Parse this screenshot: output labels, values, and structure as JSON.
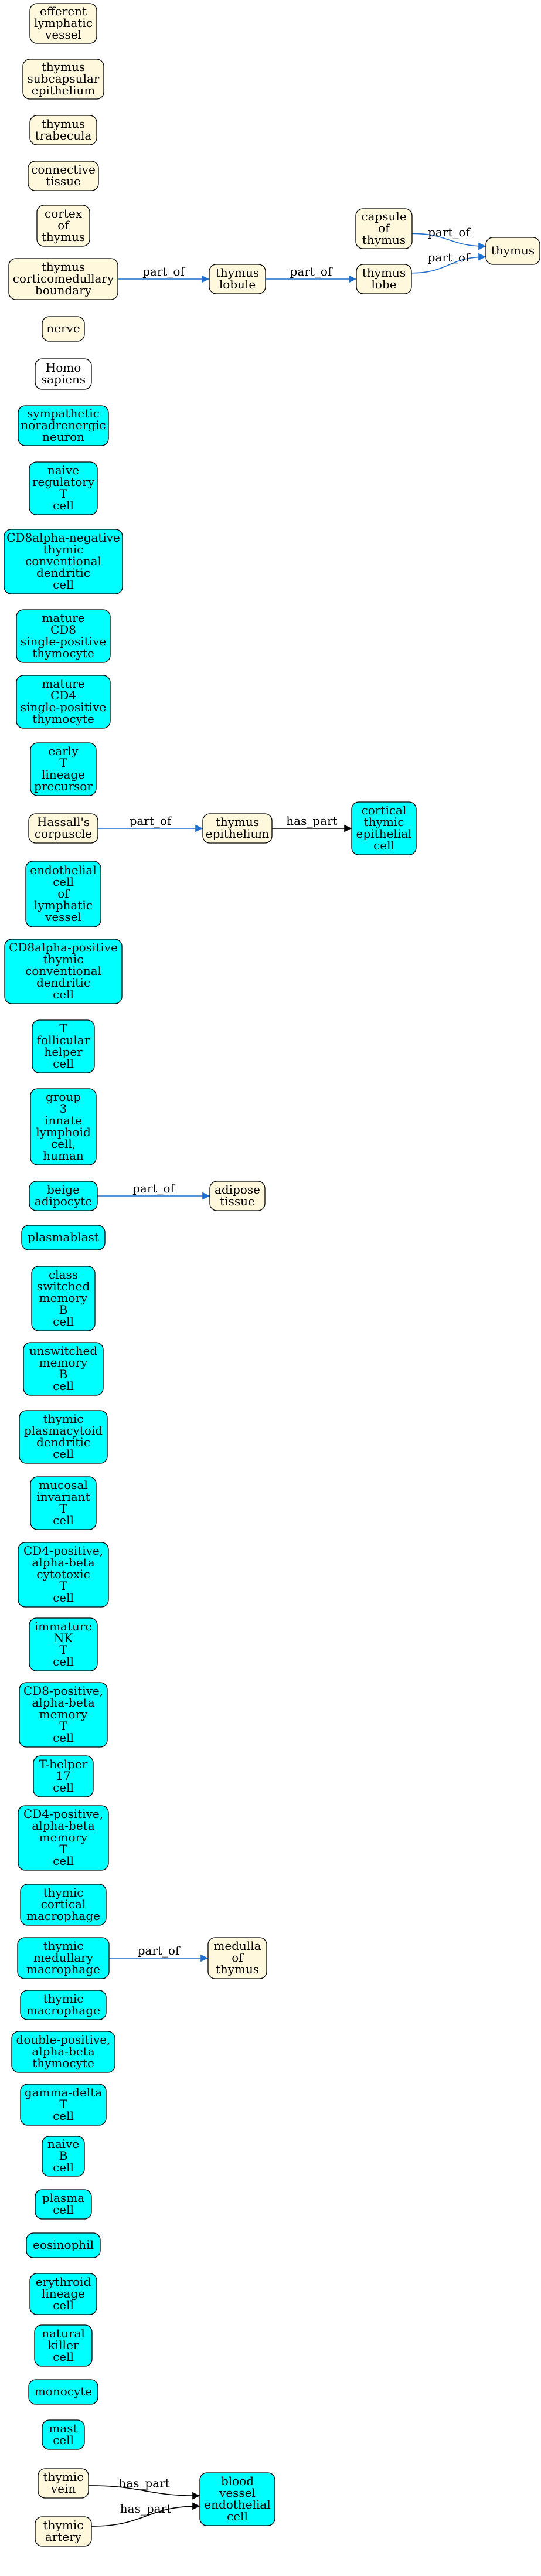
{
  "colors": {
    "anatomy_fill": "#fff8dc",
    "cell_fill": "#00ffff",
    "taxon_fill": "#ffffff",
    "part_of_edge": "#1e6fd0",
    "has_part_edge": "#000000"
  },
  "nodes": [
    {
      "id": "efferent_lymphatic_vessel",
      "lines": [
        "efferent",
        "lymphatic",
        "vessel"
      ],
      "kind": "anatomy"
    },
    {
      "id": "thymus_subcapsular_epithelium",
      "lines": [
        "thymus",
        "subcapsular",
        "epithelium"
      ],
      "kind": "anatomy"
    },
    {
      "id": "thymus_trabecula",
      "lines": [
        "thymus",
        "trabecula"
      ],
      "kind": "anatomy"
    },
    {
      "id": "connective_tissue",
      "lines": [
        "connective",
        "tissue"
      ],
      "kind": "anatomy"
    },
    {
      "id": "cortex_of_thymus",
      "lines": [
        "cortex",
        "of",
        "thymus"
      ],
      "kind": "anatomy"
    },
    {
      "id": "thymus_corticomedullary_boundary",
      "lines": [
        "thymus",
        "corticomedullary",
        "boundary"
      ],
      "kind": "anatomy"
    },
    {
      "id": "thymus_lobule",
      "lines": [
        "thymus",
        "lobule"
      ],
      "kind": "anatomy"
    },
    {
      "id": "thymus_lobe",
      "lines": [
        "thymus",
        "lobe"
      ],
      "kind": "anatomy"
    },
    {
      "id": "capsule_of_thymus",
      "lines": [
        "capsule",
        "of",
        "thymus"
      ],
      "kind": "anatomy"
    },
    {
      "id": "thymus",
      "lines": [
        "thymus"
      ],
      "kind": "anatomy"
    },
    {
      "id": "nerve",
      "lines": [
        "nerve"
      ],
      "kind": "anatomy"
    },
    {
      "id": "homo_sapiens",
      "lines": [
        "Homo",
        "sapiens"
      ],
      "kind": "taxon"
    },
    {
      "id": "sympathetic_noradrenergic_neuron",
      "lines": [
        "sympathetic",
        "noradrenergic",
        "neuron"
      ],
      "kind": "cell"
    },
    {
      "id": "naive_regulatory_t_cell",
      "lines": [
        "naive",
        "regulatory",
        "T",
        "cell"
      ],
      "kind": "cell"
    },
    {
      "id": "cd8alpha_negative_thymic_cdc",
      "lines": [
        "CD8alpha-negative",
        "thymic",
        "conventional",
        "dendritic",
        "cell"
      ],
      "kind": "cell"
    },
    {
      "id": "mature_cd8_sp_thymocyte",
      "lines": [
        "mature",
        "CD8",
        "single-positive",
        "thymocyte"
      ],
      "kind": "cell"
    },
    {
      "id": "mature_cd4_sp_thymocyte",
      "lines": [
        "mature",
        "CD4",
        "single-positive",
        "thymocyte"
      ],
      "kind": "cell"
    },
    {
      "id": "early_t_lineage_precursor",
      "lines": [
        "early",
        "T",
        "lineage",
        "precursor"
      ],
      "kind": "cell"
    },
    {
      "id": "hassalls_corpuscle",
      "lines": [
        "Hassall's",
        "corpuscle"
      ],
      "kind": "anatomy"
    },
    {
      "id": "thymus_epithelium",
      "lines": [
        "thymus",
        "epithelium"
      ],
      "kind": "anatomy"
    },
    {
      "id": "cortical_thymic_epithelial_cell",
      "lines": [
        "cortical",
        "thymic",
        "epithelial",
        "cell"
      ],
      "kind": "cell"
    },
    {
      "id": "endothelial_cell_of_lymphatic_vessel",
      "lines": [
        "endothelial",
        "cell",
        "of",
        "lymphatic",
        "vessel"
      ],
      "kind": "cell"
    },
    {
      "id": "cd8alpha_positive_thymic_cdc",
      "lines": [
        "CD8alpha-positive",
        "thymic",
        "conventional",
        "dendritic",
        "cell"
      ],
      "kind": "cell"
    },
    {
      "id": "t_follicular_helper_cell",
      "lines": [
        "T",
        "follicular",
        "helper",
        "cell"
      ],
      "kind": "cell"
    },
    {
      "id": "group3_ilc_human",
      "lines": [
        "group",
        "3",
        "innate",
        "lymphoid",
        "cell,",
        "human"
      ],
      "kind": "cell"
    },
    {
      "id": "beige_adipocyte",
      "lines": [
        "beige",
        "adipocyte"
      ],
      "kind": "cell"
    },
    {
      "id": "adipose_tissue",
      "lines": [
        "adipose",
        "tissue"
      ],
      "kind": "anatomy"
    },
    {
      "id": "plasmablast",
      "lines": [
        "plasmablast"
      ],
      "kind": "cell"
    },
    {
      "id": "class_switched_memory_b_cell",
      "lines": [
        "class",
        "switched",
        "memory",
        "B",
        "cell"
      ],
      "kind": "cell"
    },
    {
      "id": "unswitched_memory_b_cell",
      "lines": [
        "unswitched",
        "memory",
        "B",
        "cell"
      ],
      "kind": "cell"
    },
    {
      "id": "thymic_plasmacytoid_dc",
      "lines": [
        "thymic",
        "plasmacytoid",
        "dendritic",
        "cell"
      ],
      "kind": "cell"
    },
    {
      "id": "mucosal_invariant_t_cell",
      "lines": [
        "mucosal",
        "invariant",
        "T",
        "cell"
      ],
      "kind": "cell"
    },
    {
      "id": "cd4_ab_cytotoxic_t_cell",
      "lines": [
        "CD4-positive,",
        "alpha-beta",
        "cytotoxic",
        "T",
        "cell"
      ],
      "kind": "cell"
    },
    {
      "id": "immature_nk_t_cell",
      "lines": [
        "immature",
        "NK",
        "T",
        "cell"
      ],
      "kind": "cell"
    },
    {
      "id": "cd8_ab_memory_t_cell",
      "lines": [
        "CD8-positive,",
        "alpha-beta",
        "memory",
        "T",
        "cell"
      ],
      "kind": "cell"
    },
    {
      "id": "t_helper_17_cell",
      "lines": [
        "T-helper",
        "17",
        "cell"
      ],
      "kind": "cell"
    },
    {
      "id": "cd4_ab_memory_t_cell",
      "lines": [
        "CD4-positive,",
        "alpha-beta",
        "memory",
        "T",
        "cell"
      ],
      "kind": "cell"
    },
    {
      "id": "thymic_cortical_macrophage",
      "lines": [
        "thymic",
        "cortical",
        "macrophage"
      ],
      "kind": "cell"
    },
    {
      "id": "thymic_medullary_macrophage",
      "lines": [
        "thymic",
        "medullary",
        "macrophage"
      ],
      "kind": "cell"
    },
    {
      "id": "medulla_of_thymus",
      "lines": [
        "medulla",
        "of",
        "thymus"
      ],
      "kind": "anatomy"
    },
    {
      "id": "thymic_macrophage",
      "lines": [
        "thymic",
        "macrophage"
      ],
      "kind": "cell"
    },
    {
      "id": "double_positive_ab_thymocyte",
      "lines": [
        "double-positive,",
        "alpha-beta",
        "thymocyte"
      ],
      "kind": "cell"
    },
    {
      "id": "gamma_delta_t_cell",
      "lines": [
        "gamma-delta",
        "T",
        "cell"
      ],
      "kind": "cell"
    },
    {
      "id": "naive_b_cell",
      "lines": [
        "naive",
        "B",
        "cell"
      ],
      "kind": "cell"
    },
    {
      "id": "plasma_cell",
      "lines": [
        "plasma",
        "cell"
      ],
      "kind": "cell"
    },
    {
      "id": "eosinophil",
      "lines": [
        "eosinophil"
      ],
      "kind": "cell"
    },
    {
      "id": "erythroid_lineage_cell",
      "lines": [
        "erythroid",
        "lineage",
        "cell"
      ],
      "kind": "cell"
    },
    {
      "id": "natural_killer_cell",
      "lines": [
        "natural",
        "killer",
        "cell"
      ],
      "kind": "cell"
    },
    {
      "id": "monocyte",
      "lines": [
        "monocyte"
      ],
      "kind": "cell"
    },
    {
      "id": "mast_cell",
      "lines": [
        "mast",
        "cell"
      ],
      "kind": "cell"
    },
    {
      "id": "thymic_vein",
      "lines": [
        "thymic",
        "vein"
      ],
      "kind": "anatomy"
    },
    {
      "id": "thymic_artery",
      "lines": [
        "thymic",
        "artery"
      ],
      "kind": "anatomy"
    },
    {
      "id": "blood_vessel_endothelial_cell",
      "lines": [
        "blood",
        "vessel",
        "endothelial",
        "cell"
      ],
      "kind": "cell"
    }
  ],
  "edges": [
    {
      "from": "thymus_corticomedullary_boundary",
      "to": "thymus_lobule",
      "label": "part_of",
      "type": "part_of"
    },
    {
      "from": "thymus_lobule",
      "to": "thymus_lobe",
      "label": "part_of",
      "type": "part_of"
    },
    {
      "from": "thymus_lobe",
      "to": "thymus",
      "label": "part_of",
      "type": "part_of"
    },
    {
      "from": "capsule_of_thymus",
      "to": "thymus",
      "label": "part_of",
      "type": "part_of"
    },
    {
      "from": "hassalls_corpuscle",
      "to": "thymus_epithelium",
      "label": "part_of",
      "type": "part_of"
    },
    {
      "from": "thymus_epithelium",
      "to": "cortical_thymic_epithelial_cell",
      "label": "has_part",
      "type": "has_part"
    },
    {
      "from": "beige_adipocyte",
      "to": "adipose_tissue",
      "label": "part_of",
      "type": "part_of"
    },
    {
      "from": "thymic_medullary_macrophage",
      "to": "medulla_of_thymus",
      "label": "part_of",
      "type": "part_of"
    },
    {
      "from": "thymic_vein",
      "to": "blood_vessel_endothelial_cell",
      "label": "has_part",
      "type": "has_part"
    },
    {
      "from": "thymic_artery",
      "to": "blood_vessel_endothelial_cell",
      "label": "has_part",
      "type": "has_part"
    }
  ]
}
